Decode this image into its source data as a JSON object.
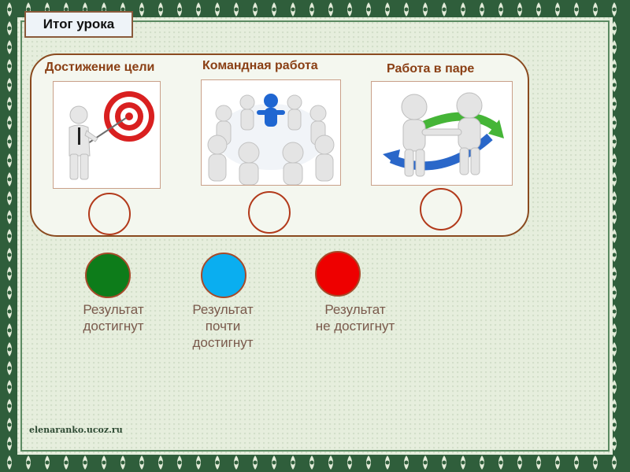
{
  "header": {
    "title": "Итог урока"
  },
  "columns": [
    {
      "title": "Достижение цели",
      "image": "target-presentation-illustration"
    },
    {
      "title": "Командная работа",
      "image": "team-circle-illustration"
    },
    {
      "title": "Работа в паре",
      "image": "handshake-illustration"
    }
  ],
  "legend": [
    {
      "line1": "Результат",
      "line2": "достигнут",
      "line3": "",
      "color": "#0d7c1a"
    },
    {
      "line1": "Результат",
      "line2": "почти",
      "line3": "достигнут",
      "color": "#0aaef0"
    },
    {
      "line1": "Результат",
      "line2": "не достигнут",
      "line3": "",
      "color": "#ee0000"
    }
  ],
  "footer": {
    "site": "elenaranko.ucoz.ru"
  },
  "colors": {
    "frame": "#2f5e3b",
    "accent_text": "#8a3f14",
    "panel_border": "#8a4a1f"
  }
}
